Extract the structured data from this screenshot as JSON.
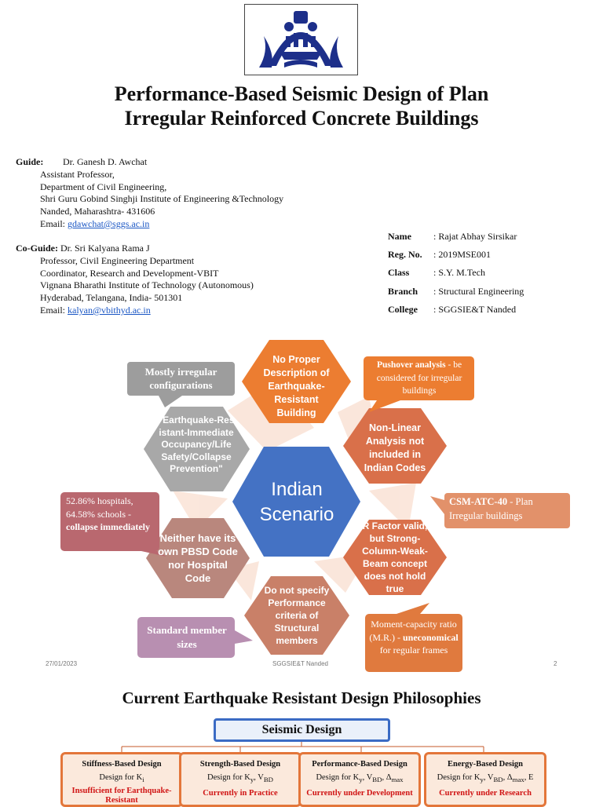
{
  "title": [
    "Performance-Based Seismic Design of Plan",
    "Irregular Reinforced Concrete Buildings"
  ],
  "guide": {
    "label": "Guide:",
    "name": "Dr. Ganesh D. Awchat",
    "lines": [
      "Assistant Professor,",
      "Department of Civil Engineering,",
      "Shri Guru Gobind Singhji Institute of Engineering &Technology",
      "Nanded, Maharashtra- 431606"
    ],
    "email_label": "Email: ",
    "email": "gdawchat@sggs.ac.in"
  },
  "coguide": {
    "label": "Co-Guide:",
    "name": "Dr. Sri Kalyana Rama J",
    "lines": [
      "Professor, Civil Engineering Department",
      "Coordinator, Research and Development-VBIT",
      "Vignana Bharathi Institute of Technology (Autonomous)",
      "Hyderabad, Telangana, India- 501301"
    ],
    "email_label": "Email: ",
    "email": "kalyan@vbithyd.ac.in"
  },
  "student": [
    {
      "k": "Name",
      "v": ": Rajat Abhay Sirsikar"
    },
    {
      "k": "Reg. No.",
      "v": ": 2019MSE001"
    },
    {
      "k": "Class",
      "v": ": S.Y. M.Tech"
    },
    {
      "k": "Branch",
      "v": ": Structural Engineering"
    },
    {
      "k": "College",
      "v": ": SGGSIE&T Nanded"
    }
  ],
  "center": [
    "Indian",
    "Scenario"
  ],
  "hexagons": {
    "top": "No Proper Description of Earthquake-Resistant Building",
    "top_right": "Non-Linear Analysis not included in Indian Codes",
    "bottom_right": "R Factor valid, but Strong-Column-Weak-Beam concept does not hold true",
    "bottom": "Do not specify Performance criteria of Structural members",
    "bottom_left": "Neither have its own PBSD Code nor Hospital Code",
    "top_left": "\"Earthquake-Resistant-Immediate Occupancy/Life Safety/Collapse Prevention\""
  },
  "callouts": {
    "irregular": "Mostly irregular configurations",
    "pushover_b": "Pushover analysis",
    "pushover_r": " - be considered for irregular buildings",
    "csm_b": "CSM-ATC-40",
    "csm_r": " - Plan Irregular buildings",
    "hosp_a": "52.86% hospitals, 64.58% schools -",
    "hosp_b": "collapse immediately",
    "std": "Standard member sizes",
    "mcr_a": "Moment-capacity ratio (M.R.) -",
    "mcr_b": "uneconomical",
    "mcr_c": " for regular frames"
  },
  "footer": {
    "date": "27/01/2023",
    "center": "SGGSIE&T Nanded",
    "page": "2"
  },
  "section2": {
    "title": "Current Earthquake Resistant Design Philosophies",
    "root": "Seismic Design",
    "cards": [
      {
        "title": "Stiffness-Based Design",
        "design": "Design for K",
        "sub": "i",
        "status": "Insufficient for Earthquake-Resistant"
      },
      {
        "title": "Strength-Based Design",
        "design": "Design for K",
        "sub": "y",
        "extra": ", V",
        "extra_sub": "BD",
        "status": "Currently in Practice"
      },
      {
        "title": "Performance-Based Design",
        "design": "Design for K",
        "sub": "y",
        "extra": ", V",
        "extra_sub": "BD",
        "extra2": ", Δ",
        "extra2_sub": "max",
        "status": "Currently under Development"
      },
      {
        "title": "Energy-Based Design",
        "design": "Design for K",
        "sub": "y",
        "extra": ", V",
        "extra_sub": "BD",
        "extra2": ", Δ",
        "extra2_sub": "max",
        "extra3": ", E",
        "status": "Currently under Research"
      }
    ]
  },
  "colors": {
    "hex_orange": "#ec7d31",
    "hex_terracotta": "#d9704a",
    "hex_gray": "#a8a8a8",
    "hex_rose": "#b9877d",
    "center_blue": "#4472c4",
    "callout_gray": "#9d9d9d",
    "callout_pink": "#b9686f",
    "callout_lilac": "#b88fb1"
  }
}
